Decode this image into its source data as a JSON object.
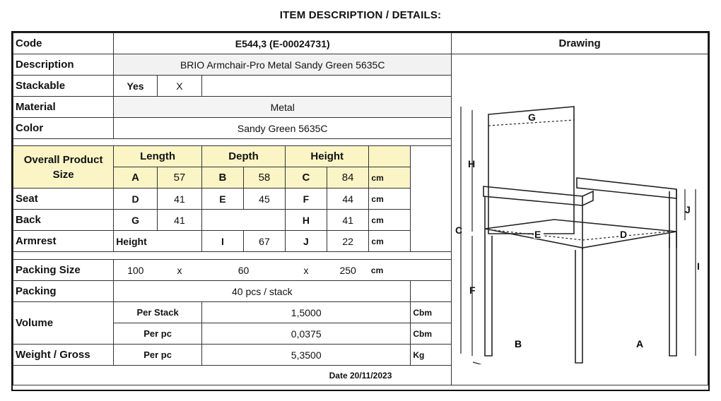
{
  "title": "ITEM DESCRIPTION / DETAILS:",
  "code": {
    "label": "Code",
    "value": "E544,3 (E-00024731)"
  },
  "drawing_header": "Drawing",
  "description": {
    "label": "Description",
    "value": "BRIO Armchair-Pro Metal Sandy Green 5635C"
  },
  "stackable": {
    "label": "Stackable",
    "yes": "Yes",
    "mark": "X"
  },
  "material": {
    "label": "Material",
    "value": "Metal"
  },
  "color": {
    "label": "Color",
    "value": "Sandy Green 5635C"
  },
  "overall": {
    "label_line1": "Overall Product",
    "label_line2": "Size",
    "length_hdr": "Length",
    "depth_hdr": "Depth",
    "height_hdr": "Height",
    "a": "A",
    "a_val": "57",
    "b": "B",
    "b_val": "58",
    "c": "C",
    "c_val": "84",
    "unit": "cm"
  },
  "seat": {
    "label": "Seat",
    "d": "D",
    "d_val": "41",
    "e": "E",
    "e_val": "45",
    "f": "F",
    "f_val": "44",
    "unit": "cm"
  },
  "back": {
    "label": "Back",
    "g": "G",
    "g_val": "41",
    "h": "H",
    "h_val": "41",
    "unit": "cm"
  },
  "armrest": {
    "label": "Armrest",
    "height": "Height",
    "i": "I",
    "i_val": "67",
    "j": "J",
    "j_val": "22",
    "unit": "cm"
  },
  "packing_size": {
    "label": "Packing Size",
    "v1": "100",
    "x1": "x",
    "v2": "60",
    "x2": "x",
    "v3": "250",
    "unit": "cm"
  },
  "packing": {
    "label": "Packing",
    "value": "40 pcs / stack"
  },
  "volume": {
    "label": "Volume",
    "per_stack": "Per Stack",
    "per_stack_val": "1,5000",
    "per_stack_unit": "Cbm",
    "per_pc": "Per pc",
    "per_pc_val": "0,0375",
    "per_pc_unit": "Cbm"
  },
  "weight": {
    "label": "Weight / Gross",
    "per_pc": "Per pc",
    "value": "5,3500",
    "unit": "Kg"
  },
  "date": "Date 20/11/2023",
  "drawing_labels": {
    "a": "A",
    "b": "B",
    "c": "C",
    "d": "D",
    "e": "E",
    "f": "F",
    "g": "G",
    "h": "H",
    "i": "I",
    "j": "J"
  }
}
